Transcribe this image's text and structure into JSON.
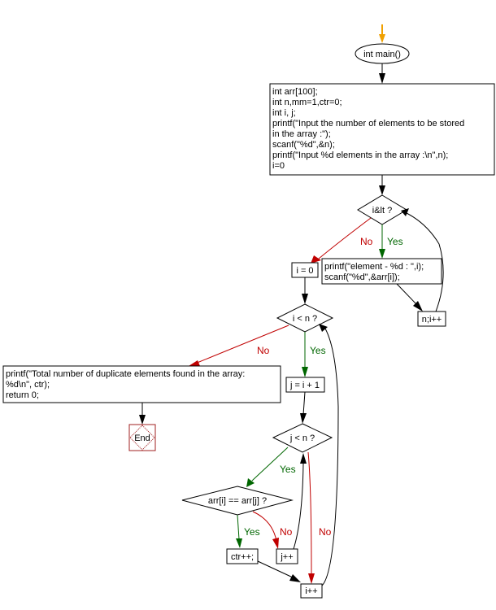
{
  "diagram": {
    "type": "flowchart",
    "colors": {
      "start_arrow": "#f0a000",
      "yes": "#006600",
      "no": "#c00000",
      "end": "#a02020",
      "default": "#000000"
    },
    "nodes": {
      "start": {
        "label": "int main()"
      },
      "init": {
        "lines": [
          "int arr[100];",
          "int n,mm=1,ctr=0;",
          "int i, j;",
          "printf(\"Input the number of elements to be stored",
          "in the array :\");",
          "scanf(\"%d\",&n);",
          "printf(\"Input %d elements in the array :\\n\",n);",
          "i=0"
        ]
      },
      "cond_input": {
        "label": "i&lt ?"
      },
      "read_element": {
        "lines": [
          "printf(\"element - %d : \",i);",
          "scanf(\"%d\",&arr[i]);"
        ]
      },
      "inc_input": {
        "label": "n;i++"
      },
      "reset_i": {
        "label": "i = 0"
      },
      "cond_i": {
        "label": "i < n ?"
      },
      "print_total": {
        "lines": [
          "printf(\"Total number of duplicate elements found in the array:",
          "%d\\n\", ctr);",
          "return 0;"
        ]
      },
      "end": {
        "label": "End"
      },
      "set_j": {
        "label": "j = i + 1"
      },
      "cond_j": {
        "label": "j < n ?"
      },
      "cond_eq": {
        "label": "arr[i] == arr[j] ?"
      },
      "inc_ctr": {
        "label": "ctr++;"
      },
      "inc_j": {
        "label": "j++"
      },
      "inc_i": {
        "label": "i++"
      }
    },
    "edge_labels": {
      "yes": "Yes",
      "no": "No"
    }
  }
}
